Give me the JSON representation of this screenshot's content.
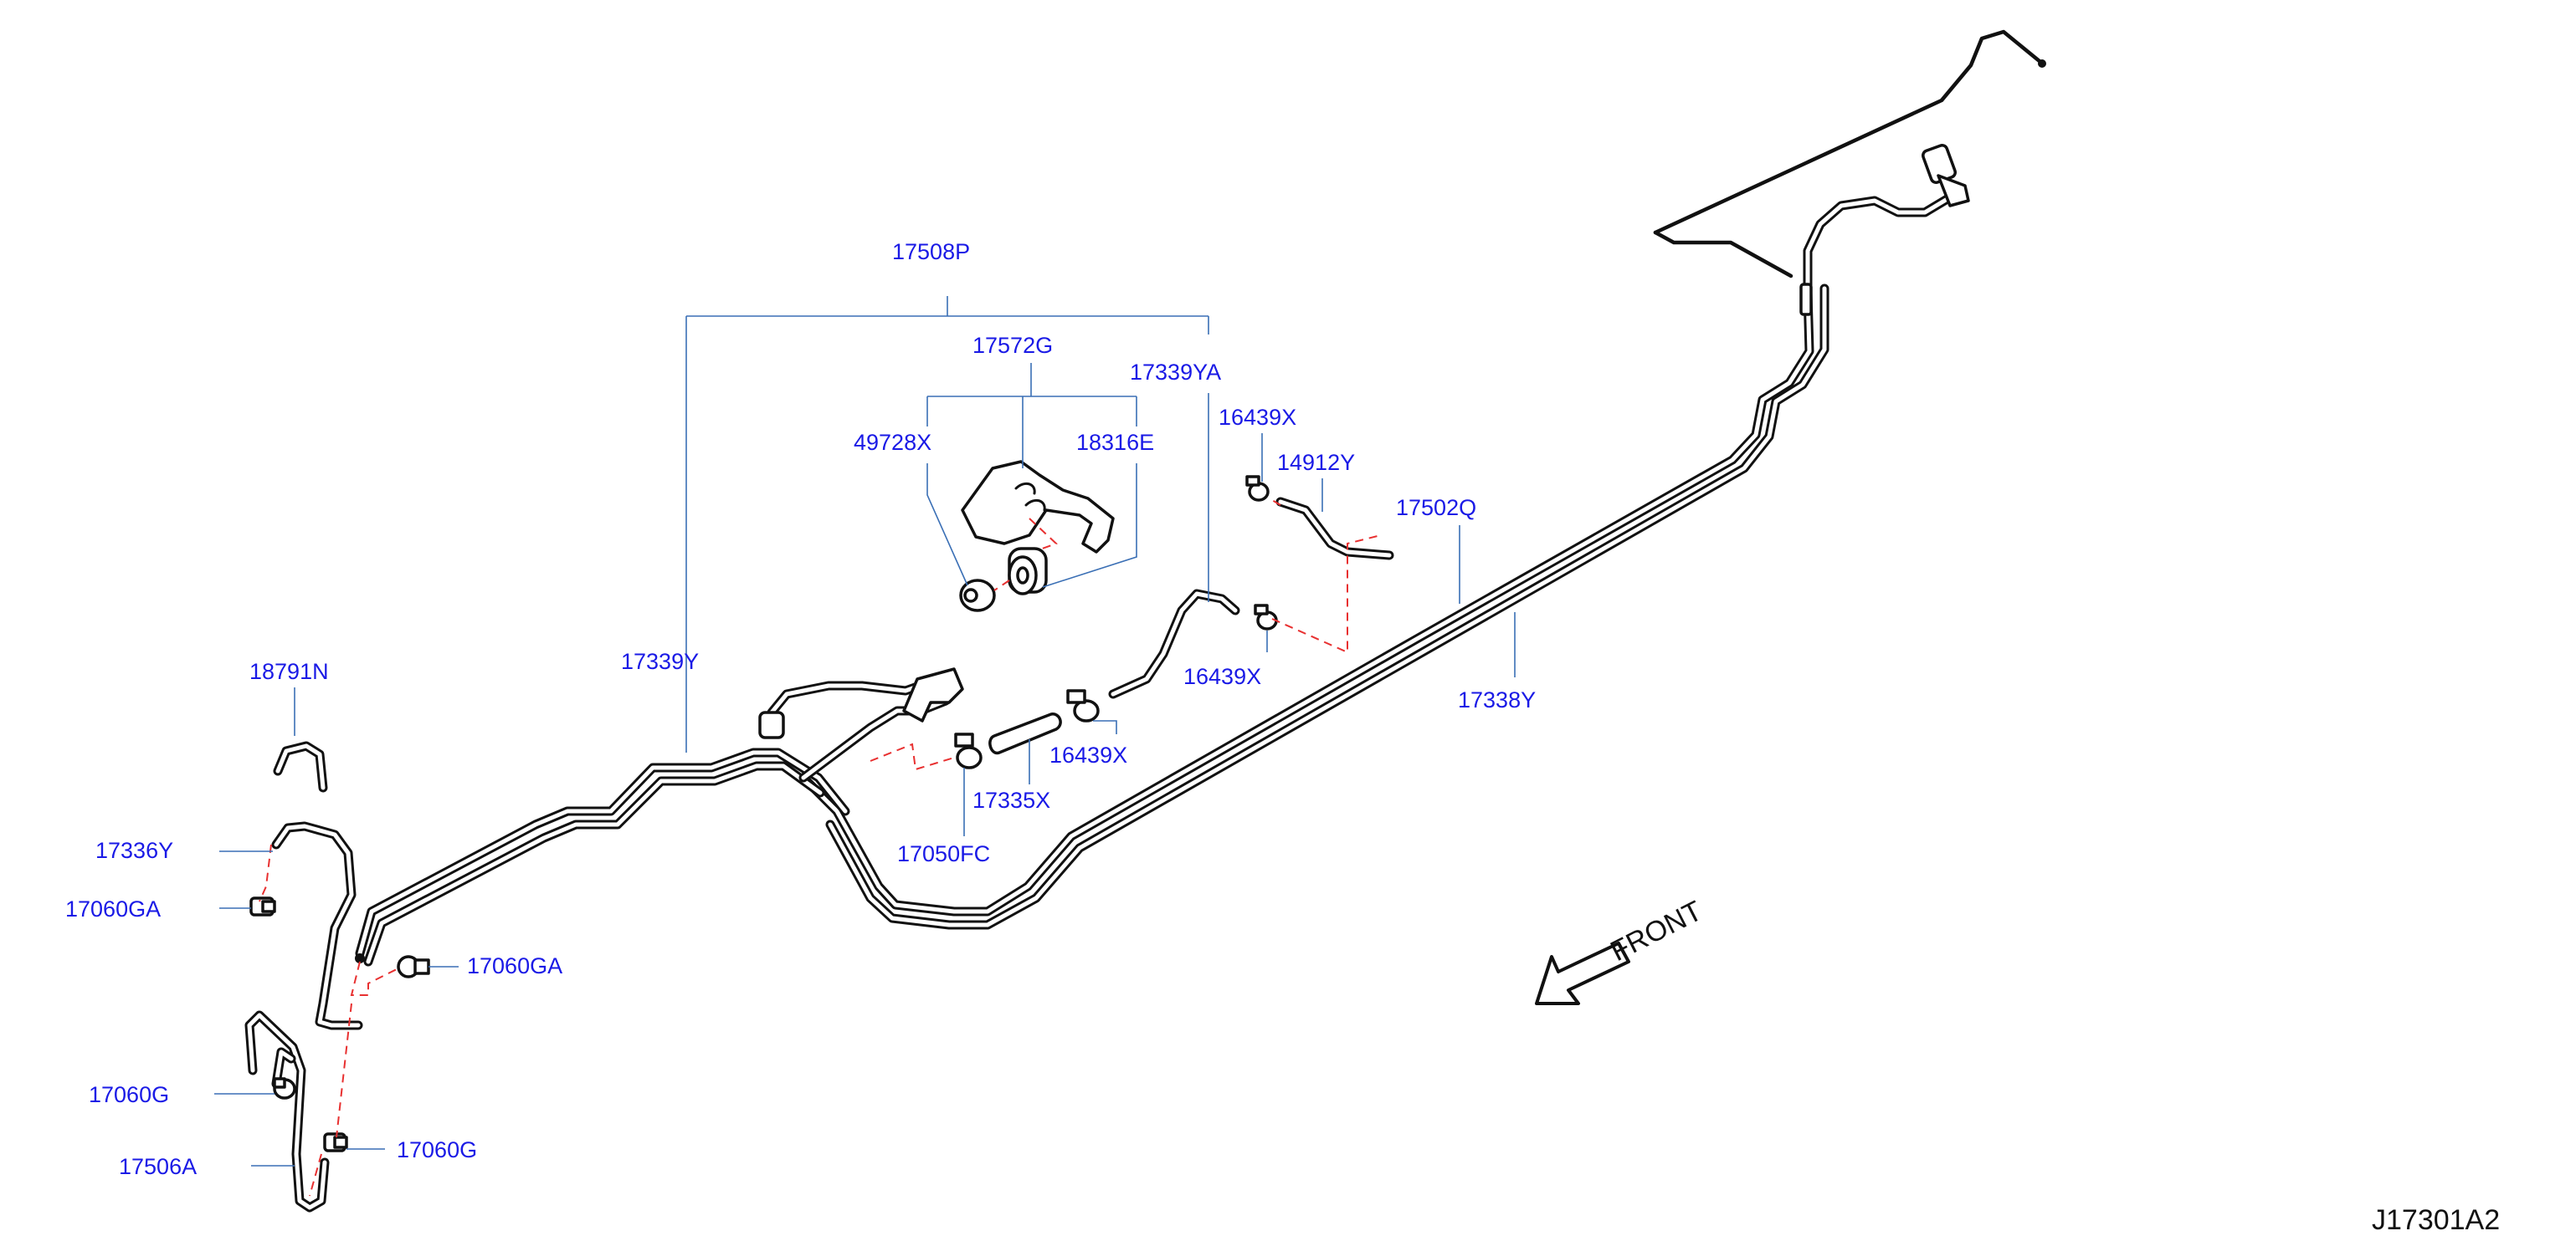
{
  "diagram": {
    "labels": {
      "p17508P": "17508P",
      "p17572G": "17572G",
      "p17339YA": "17339YA",
      "p49728X": "49728X",
      "p18316E": "18316E",
      "p16439X_a": "16439X",
      "p14912Y": "14912Y",
      "p17502Q": "17502Q",
      "p16439X_b": "16439X",
      "p17338Y": "17338Y",
      "p17339Y": "17339Y",
      "p18791N": "18791N",
      "p16439X_c": "16439X",
      "p17335X": "17335X",
      "p17050FC": "17050FC",
      "p17336Y": "17336Y",
      "p17060GA_a": "17060GA",
      "p17060GA_b": "17060GA",
      "p17060G_a": "17060G",
      "p17060G_b": "17060G",
      "p17506A": "17506A"
    },
    "front_label": "FRONT",
    "diagram_code": "J17301A2"
  }
}
